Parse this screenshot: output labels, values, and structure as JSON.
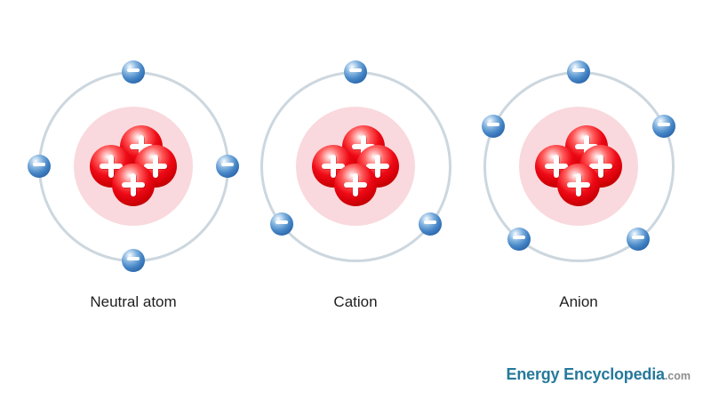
{
  "diagram": {
    "atoms": [
      {
        "label": "Neutral atom",
        "protons": 4,
        "electrons": 4,
        "proton_symbol": "+",
        "electron_symbol": "−",
        "electron_angles_deg": [
          270,
          0,
          90,
          180
        ]
      },
      {
        "label": "Cation",
        "protons": 4,
        "electrons": 3,
        "proton_symbol": "+",
        "electron_symbol": "−",
        "electron_angles_deg": [
          270,
          38,
          142
        ]
      },
      {
        "label": "Anion",
        "protons": 4,
        "electrons": 5,
        "proton_symbol": "+",
        "electron_symbol": "−",
        "electron_angles_deg": [
          270,
          335,
          51,
          129,
          205
        ]
      }
    ],
    "colors": {
      "proton_red": "#ee0a16",
      "electron_blue": "#3578bf",
      "nucleus_halo_pink": "#f9d9dd",
      "orbit_ring": "#ccd7df",
      "label_text": "#1f1f1f",
      "brand_teal": "#26799b",
      "brand_suffix_gray": "#8d8d8d"
    }
  },
  "branding": {
    "name": "Energy Encyclopedia",
    "suffix": ".com"
  }
}
